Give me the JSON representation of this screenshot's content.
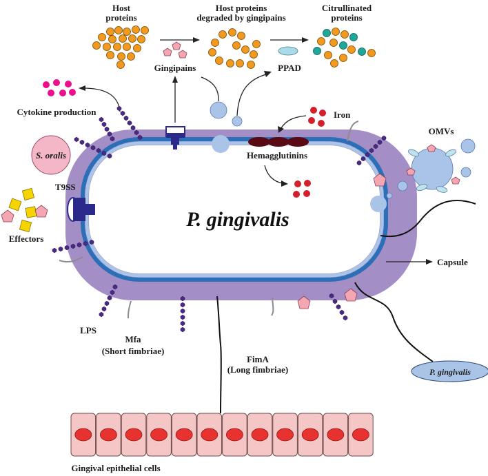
{
  "diagram": {
    "title": "P. gingivalis",
    "labels": {
      "host_proteins": [
        "Host",
        "proteins"
      ],
      "degraded": [
        "Host proteins",
        "degraded by gingipains"
      ],
      "citrullinated": [
        "Citrullinated",
        "proteins"
      ],
      "gingipains": "Gingipains",
      "ppad": "PPAD",
      "cytokine": "Cytokine production",
      "iron": "Iron",
      "omvs": "OMVs",
      "hemagglutinins": "Hemagglutinins",
      "s_oralis": "S. oralis",
      "t9ss": "T9SS",
      "effectors": "Effectors",
      "capsule": "Capsule",
      "lps": "LPS",
      "mfa": [
        "Mfa",
        "(Short fimbriae)"
      ],
      "fima": [
        "FimA",
        "(Long fimbriae)"
      ],
      "p_gingivalis_small": "P. gingivalis",
      "epithelial": "Gingival epithelial cells"
    },
    "epithelial_cell_count": 12,
    "colors": {
      "capsule": "#a48ec6",
      "outer_membrane": "#2a6fb8",
      "inner_membrane": "#a9c4e6",
      "lps": "#4b2a85",
      "protein_orange": "#f29a1f",
      "protein_teal": "#1fa89a",
      "gingipain": "#f4a6b2",
      "cytokine": "#ec0f8c",
      "iron": "#d4202a",
      "hemagglutinin": "#5a0a14",
      "vesicle": "#a9c4e6",
      "effector_yellow": "#f5d400",
      "epithelial_cell": "#f5c6c6",
      "nucleus": "#e8322f",
      "t9ss": "#2b2a8a"
    }
  }
}
